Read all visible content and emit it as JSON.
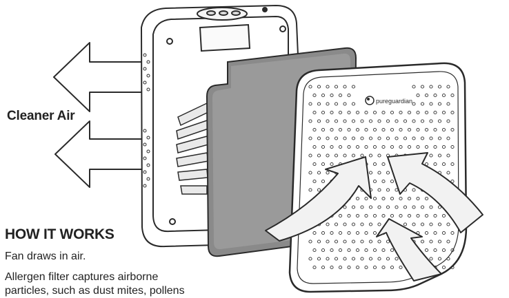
{
  "labels": {
    "cleaner_air": "Cleaner Air",
    "section_title": "HOW IT WORKS",
    "step_1": "Fan draws in air.",
    "step_2_line_1": "Allergen filter captures airborne",
    "step_2_line_2": "particles, such as dust mites, pollens"
  },
  "brand": "pureguardian",
  "colors": {
    "ink": "#222222",
    "filter_gray": "#8a8a8a",
    "arrow_fill": "#f2f2f2",
    "outline": "#2a2a2a"
  }
}
